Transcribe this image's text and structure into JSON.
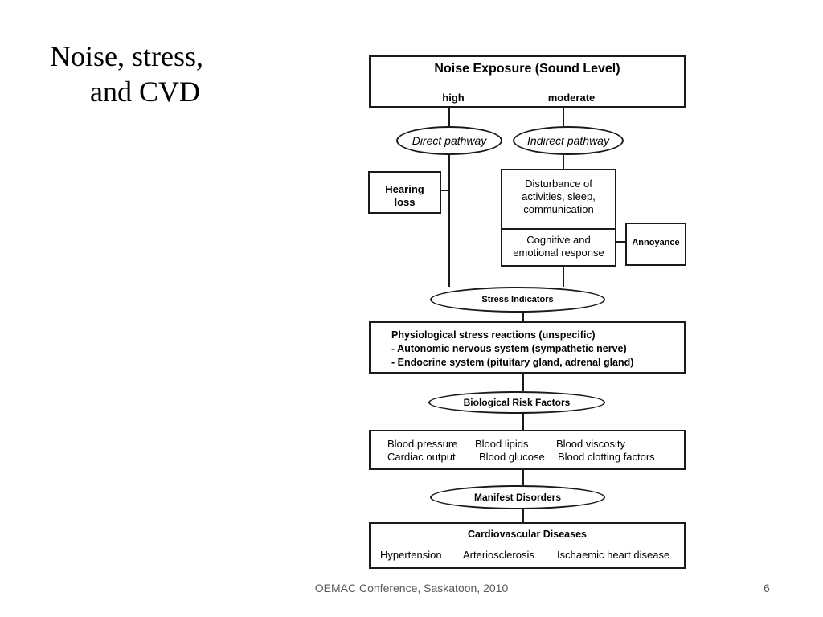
{
  "slide": {
    "title_line1": "Noise, stress,",
    "title_line2": "and CVD",
    "footer": "OEMAC Conference, Saskatoon, 2010",
    "page_number": "6"
  },
  "diagram": {
    "exposure_title": "Noise Exposure  (Sound Level)",
    "level_high": "high",
    "level_moderate": "moderate",
    "direct_pathway": "Direct pathway",
    "indirect_pathway": "Indirect pathway",
    "hearing_loss": [
      "Hearing",
      "loss"
    ],
    "disturbance": [
      "Disturbance of",
      "activities, sleep,",
      "communication"
    ],
    "cognitive": [
      "Cognitive and",
      "emotional response"
    ],
    "annoyance": "Annoyance",
    "stress_indicators": "Stress Indicators",
    "physio": [
      "Physiological stress reactions (unspecific)",
      "- Autonomic nervous system (sympathetic nerve)",
      "- Endocrine system (pituitary gland, adrenal gland)"
    ],
    "biological_risk_factors": "Biological Risk Factors",
    "risk_row1": [
      "Blood pressure",
      "Blood lipids",
      "Blood viscosity"
    ],
    "risk_row2": [
      "Cardiac output",
      "Blood glucose",
      "Blood clotting factors"
    ],
    "manifest_disorders": "Manifest Disorders",
    "cvd_title": "Cardiovascular Diseases",
    "cvd_items": [
      "Hypertension",
      "Arteriosclerosis",
      "Ischaemic heart disease"
    ]
  }
}
